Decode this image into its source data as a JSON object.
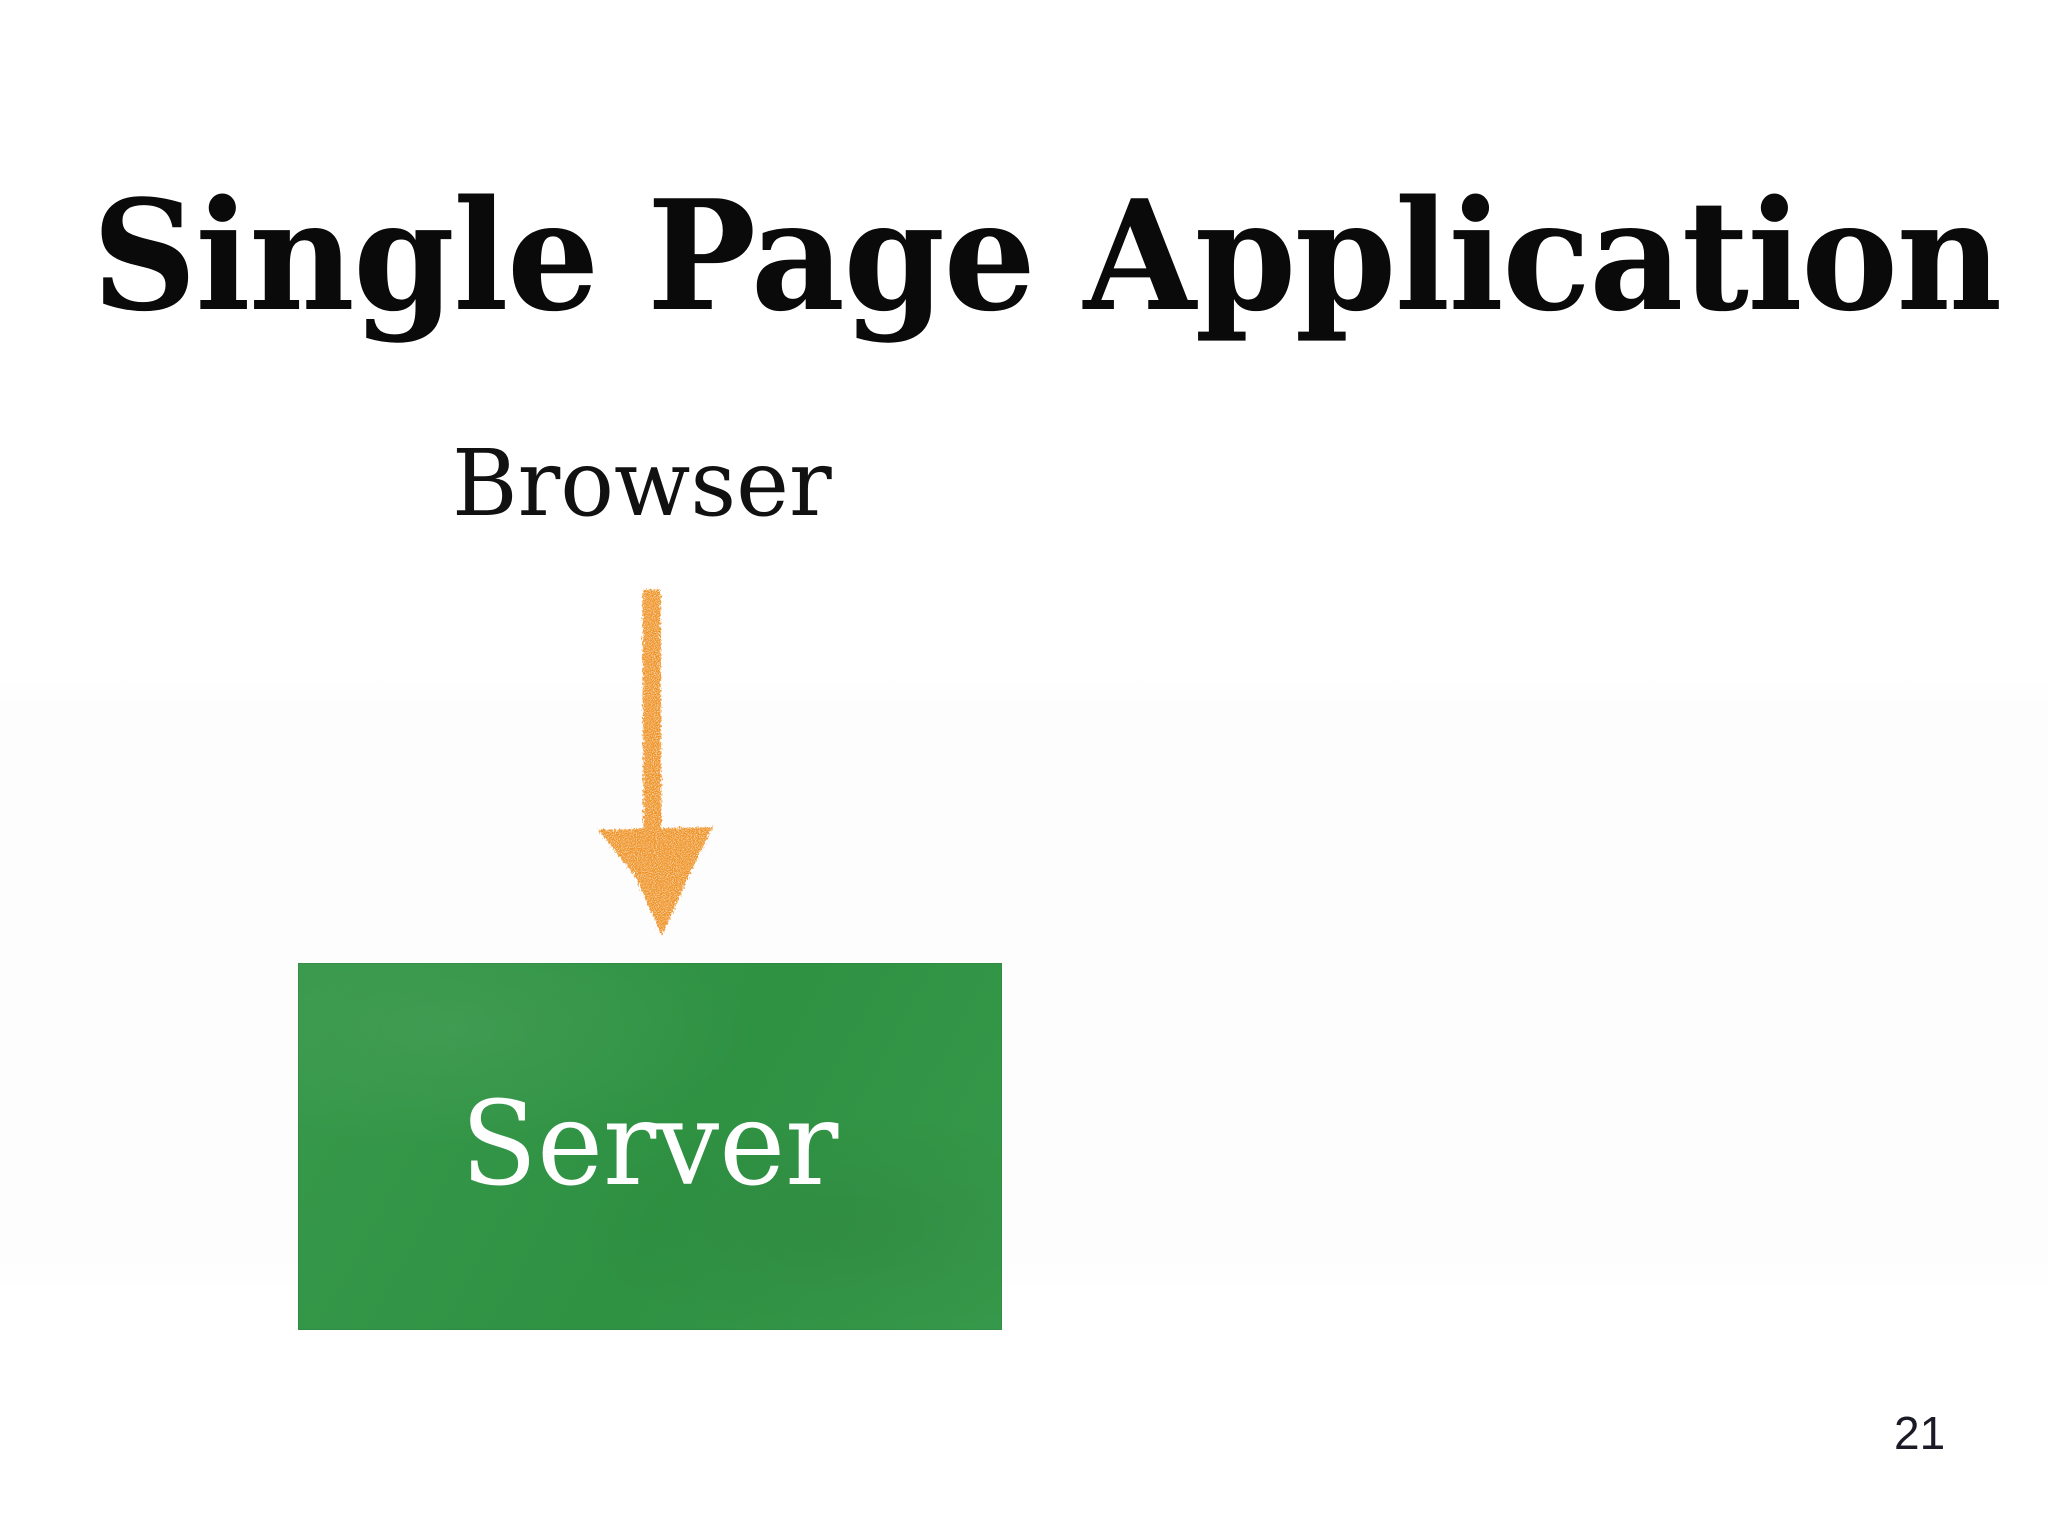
{
  "slide": {
    "title": "Single Page Application",
    "page_number": "21",
    "background_color": "#ffffff"
  },
  "diagram": {
    "type": "flow",
    "nodes": [
      {
        "id": "browser",
        "label": "Browser",
        "style": "plain-text",
        "text_color": "#111111"
      },
      {
        "id": "server",
        "label": "Server",
        "style": "filled-box",
        "fill_color": "#309544",
        "text_color": "#ffffff"
      }
    ],
    "connectors": [
      {
        "id": "browser-to-server",
        "from": "browser",
        "to": "server",
        "direction": "down",
        "style": "hand-drawn-arrow",
        "color": "#ef9120"
      }
    ]
  },
  "colors": {
    "orange_arrow": "#ef9120",
    "green_box": "#309544",
    "title_black": "#0a0a0a",
    "page_number": "#1b1b28"
  }
}
